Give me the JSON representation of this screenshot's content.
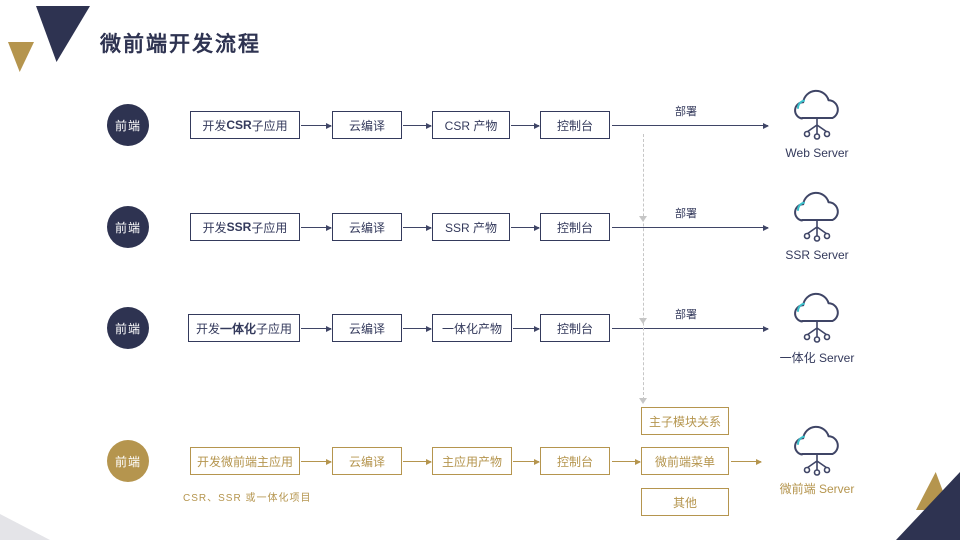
{
  "title": "微前端开发流程",
  "colors": {
    "navy": "#2e3351",
    "gold": "#b5954e",
    "teal": "#3bc0ca",
    "line": "#3f4566",
    "dash": "#c6c6c6"
  },
  "rows": [
    {
      "actor": "前端",
      "step1_pre": "开发 ",
      "step1_bold": "CSR",
      "step1_post": " 子应用",
      "step2": "云编译",
      "step3": "CSR 产物",
      "step4": "控制台",
      "deploy": "部署",
      "server": "Web Server"
    },
    {
      "actor": "前端",
      "step1_pre": "开发 ",
      "step1_bold": "SSR",
      "step1_post": " 子应用",
      "step2": "云编译",
      "step3": "SSR 产物",
      "step4": "控制台",
      "deploy": "部署",
      "server": "SSR Server"
    },
    {
      "actor": "前端",
      "step1_pre": "开发 ",
      "step1_bold": "一体化",
      "step1_post": " 子应用",
      "step2": "云编译",
      "step3": "一体化产物",
      "step4": "控制台",
      "deploy": "部署",
      "server": "一体化 Server"
    },
    {
      "actor": "前端",
      "step1": "开发微前端主应用",
      "step2": "云编译",
      "step3": "主应用产物",
      "step4": "控制台",
      "outputs": [
        "主子模块关系",
        "微前端菜单",
        "其他"
      ],
      "server": "微前端 Server",
      "note": "CSR、SSR 或一体化项目"
    }
  ]
}
